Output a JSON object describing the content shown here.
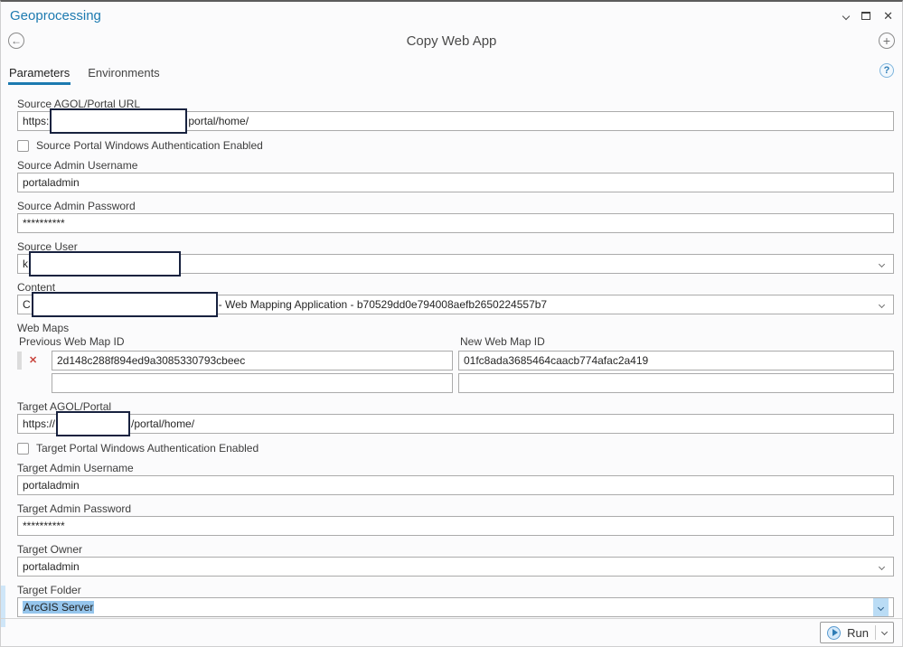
{
  "window": {
    "app_title": "Geoprocessing",
    "tool_title": "Copy Web App"
  },
  "tabs": {
    "parameters": "Parameters",
    "environments": "Environments"
  },
  "params": {
    "source_url": {
      "label": "Source AGOL/Portal URL",
      "value_prefix": "https:",
      "value_suffix": "portal/home/"
    },
    "source_auth": {
      "label": "Source Portal Windows Authentication Enabled",
      "checked": false
    },
    "source_admin_user": {
      "label": "Source Admin Username",
      "value": "portaladmin"
    },
    "source_admin_pass": {
      "label": "Source Admin Password",
      "value": "**********"
    },
    "source_user": {
      "label": "Source User",
      "value_prefix": "k"
    },
    "content": {
      "label": "Content",
      "value_prefix": "C",
      "value_suffix": " - Web Mapping Application - b70529dd0e794008aefb2650224557b7"
    },
    "web_maps": {
      "label": "Web Maps",
      "col_previous": "Previous Web Map ID",
      "col_new": "New Web Map ID",
      "rows": [
        {
          "previous": "2d148c288f894ed9a3085330793cbeec",
          "new": "01fc8ada3685464caacb774afac2a419"
        },
        {
          "previous": "",
          "new": ""
        }
      ]
    },
    "target_url": {
      "label": "Target AGOL/Portal",
      "value_prefix": "https://",
      "value_suffix": "/portal/home/"
    },
    "target_auth": {
      "label": "Target Portal Windows Authentication Enabled",
      "checked": false
    },
    "target_admin_user": {
      "label": "Target Admin Username",
      "value": "portaladmin"
    },
    "target_admin_pass": {
      "label": "Target Admin Password",
      "value": "**********"
    },
    "target_owner": {
      "label": "Target Owner",
      "value": "portaladmin"
    },
    "target_folder": {
      "label": "Target Folder",
      "value": "ArcGIS Server",
      "selected": true
    }
  },
  "footer": {
    "run": "Run"
  },
  "colors": {
    "accent_blue": "#1c7ab0",
    "selection_blue": "#95c5ec",
    "focus_bar_blue": "#cfe6f8",
    "redaction_border": "#18223f",
    "delete_red": "#c8433c"
  }
}
